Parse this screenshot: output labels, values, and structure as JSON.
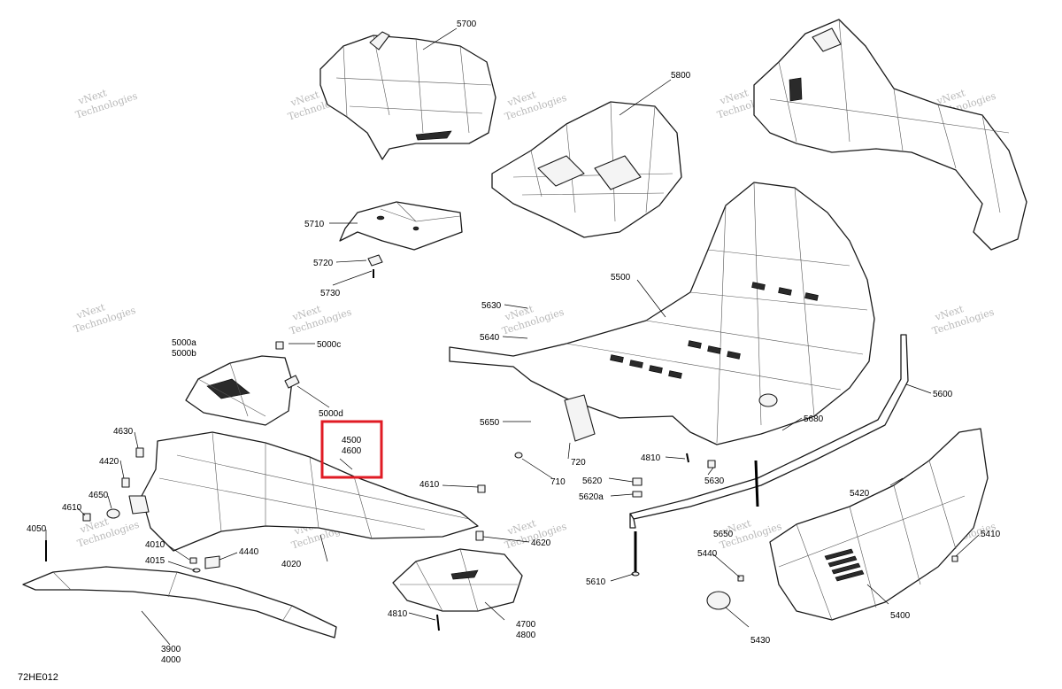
{
  "diagram": {
    "reference": "72HE012",
    "highlight_labels": [
      "4500",
      "4600"
    ],
    "watermark": [
      "vNext",
      "Technologies"
    ],
    "callouts": [
      "5700",
      "5800",
      "5710",
      "5720",
      "5730",
      "5000a",
      "5000b",
      "5000c",
      "5000d",
      "5500",
      "5630",
      "5640",
      "5650",
      "5680",
      "5600",
      "720",
      "710",
      "4810",
      "5630",
      "5620",
      "5620a",
      "5610",
      "4630",
      "4420",
      "4650",
      "4610",
      "4050",
      "4010",
      "4015",
      "4440",
      "4020",
      "4610",
      "4620",
      "4810",
      "4700",
      "4800",
      "3900",
      "4000",
      "5420",
      "5410",
      "5440",
      "5650",
      "5400",
      "5430"
    ]
  }
}
